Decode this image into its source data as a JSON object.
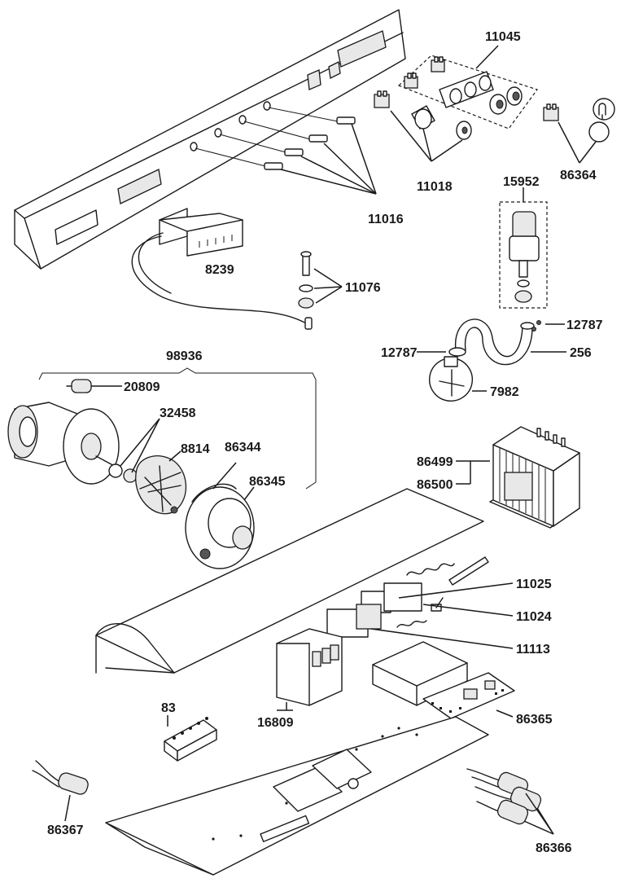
{
  "labels": {
    "p11045": "11045",
    "p11018": "11018",
    "p86364": "86364",
    "p11016": "11016",
    "p15952": "15952",
    "p8239": "8239",
    "p11076": "11076",
    "p12787a": "12787",
    "p12787b": "12787",
    "p256": "256",
    "p7982": "7982",
    "p98936": "98936",
    "p20809": "20809",
    "p32458": "32458",
    "p8814": "8814",
    "p86344": "86344",
    "p86345": "86345",
    "p86499": "86499",
    "p86500": "86500",
    "p11025": "11025",
    "p11024": "11024",
    "p11113": "11113",
    "p16809": "16809",
    "p83": "83",
    "p86365": "86365",
    "p86367": "86367",
    "p86366": "86366"
  }
}
